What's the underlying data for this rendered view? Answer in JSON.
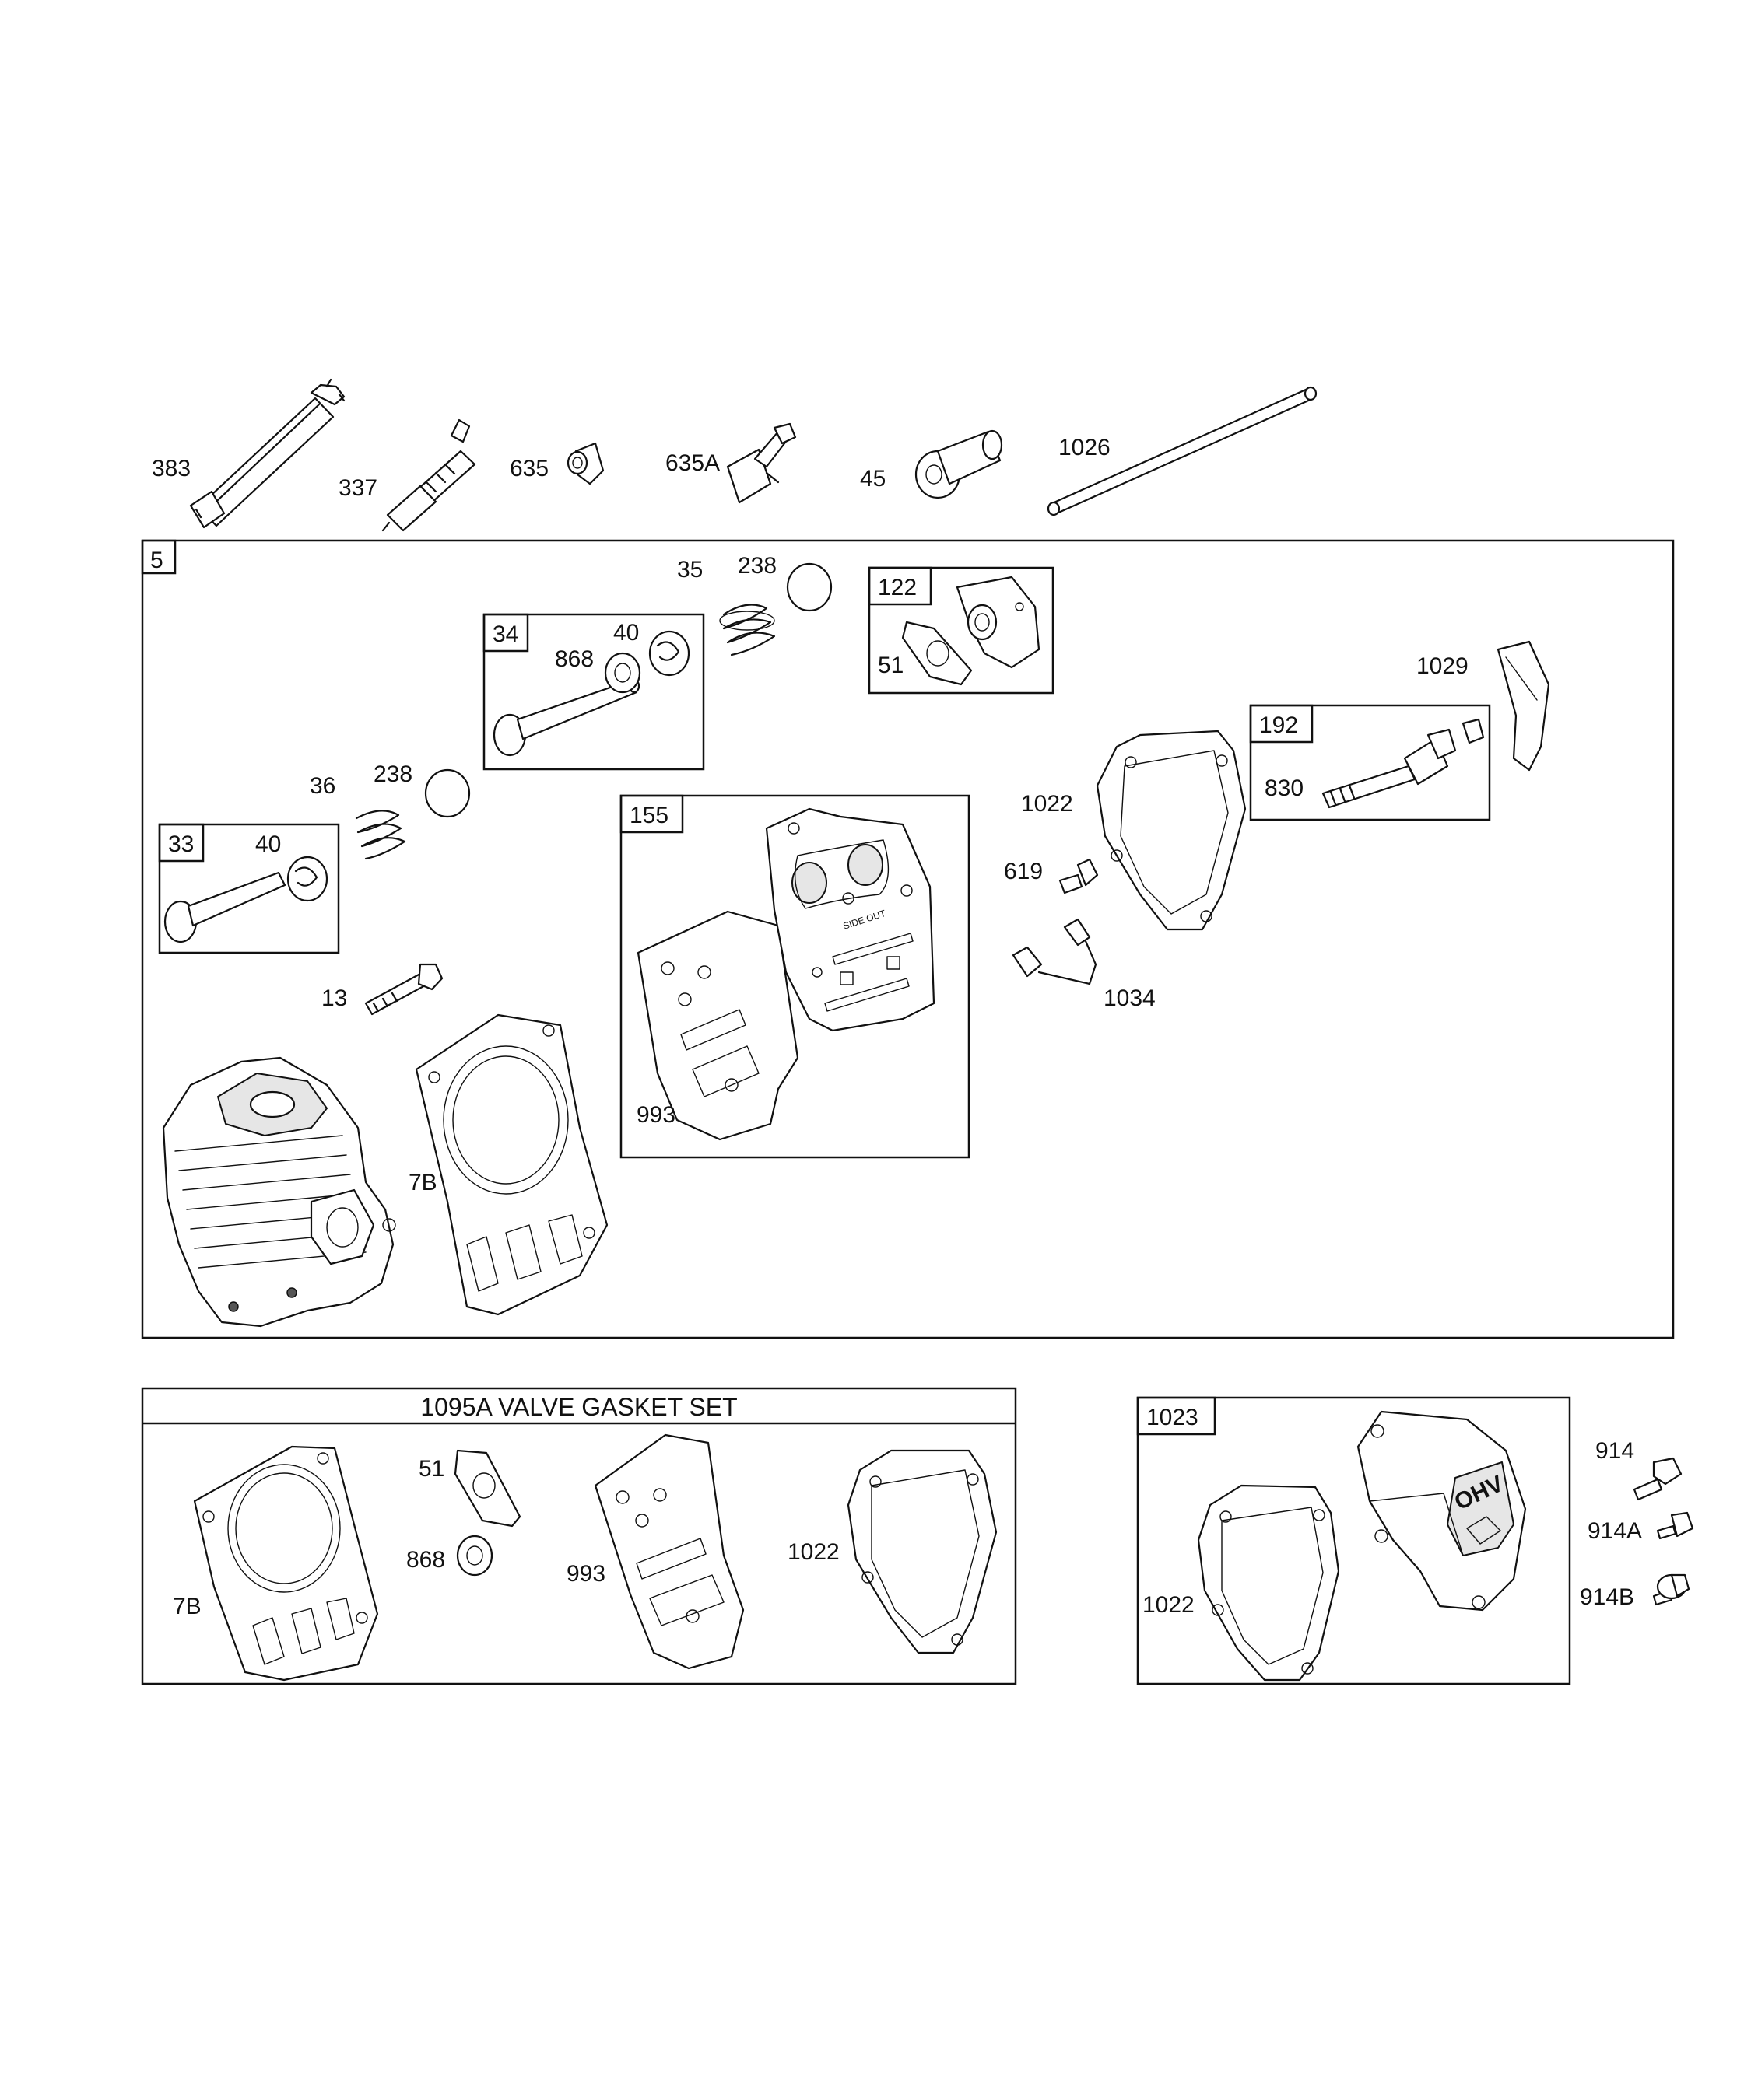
{
  "diagram": {
    "top_parts": {
      "p383": "383",
      "p337": "337",
      "p635": "635",
      "p635a": "635A",
      "p45": "45",
      "p1026": "1026"
    },
    "main_assembly": {
      "box_label": "5",
      "p35": "35",
      "p238_top": "238",
      "kit122": {
        "box_label": "122",
        "p51": "51"
      },
      "kit34": {
        "box_label": "34",
        "p40": "40",
        "p868": "868"
      },
      "p1029": "1029",
      "kit192": {
        "box_label": "192",
        "p830": "830"
      },
      "p36": "36",
      "p238_left": "238",
      "kit33": {
        "box_label": "33",
        "p40": "40"
      },
      "kit155": {
        "box_label": "155",
        "p993": "993",
        "stamp": "SIDE OUT"
      },
      "p1022": "1022",
      "p619": "619",
      "p1034": "1034",
      "p13": "13",
      "p7b": "7B"
    },
    "gasket_set": {
      "title": "1095A VALVE GASKET SET",
      "p51": "51",
      "p868": "868",
      "p993": "993",
      "p1022": "1022",
      "p7b": "7B"
    },
    "cover_kit": {
      "box_label": "1023",
      "p1022": "1022",
      "cover_logo": "OHV",
      "p914": "914",
      "p914a": "914A",
      "p914b": "914B"
    }
  }
}
